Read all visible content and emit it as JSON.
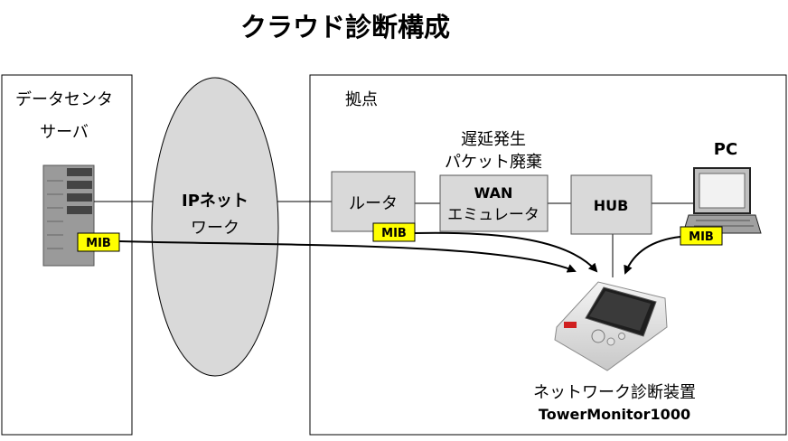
{
  "title": "クラウド診断構成",
  "datacenter": {
    "line1": "データセンタ",
    "line2": "サーバ"
  },
  "network": {
    "line1": "IPネット",
    "line2": "ワーク"
  },
  "site": {
    "label": "拠点"
  },
  "router": {
    "label": "ルータ"
  },
  "wan": {
    "caption_line1": "遅延発生",
    "caption_line2": "パケット廃棄",
    "line1": "WAN",
    "line2": "エミュレータ"
  },
  "hub": {
    "label": "HUB"
  },
  "pc": {
    "label": "PC"
  },
  "mib": {
    "label": "MIB"
  },
  "device": {
    "caption": "ネットワーク診断装置",
    "model": "TowerMonitor1000"
  },
  "colors": {
    "box_fill": "#d9d9d9",
    "ellipse_fill": "#d9d9d9",
    "mib_fill": "#ffff00",
    "line": "#000000"
  }
}
